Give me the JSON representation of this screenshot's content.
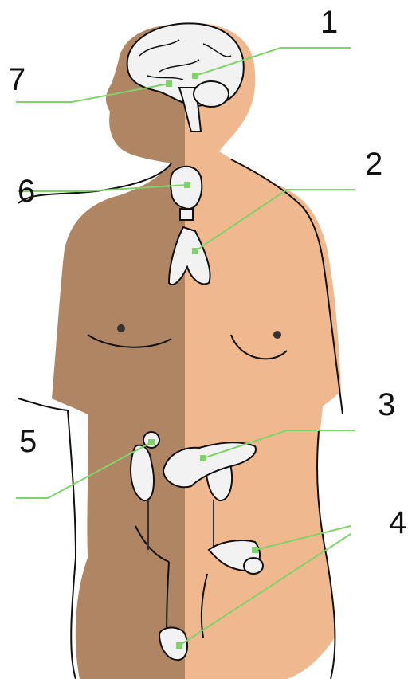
{
  "labels": {
    "pineal": "1",
    "thymus": "2",
    "pancreas": "3",
    "gonads": "4",
    "adrenal": "5",
    "thyroid": "6",
    "pituitary": "7"
  },
  "colors": {
    "male_skin": "#b08564",
    "female_skin": "#f0b88e",
    "outline": "#111111",
    "pointer": "#7fd36a",
    "organ": "#f2f2f2",
    "background": "#ffffff"
  }
}
